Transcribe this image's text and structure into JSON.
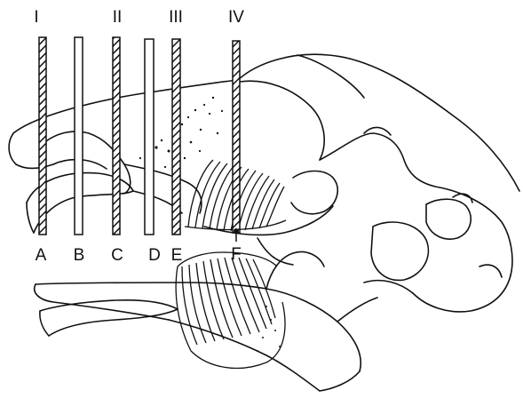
{
  "section_labels": [
    "I",
    "II",
    "III",
    "IV"
  ],
  "bar_labels": [
    "A",
    "B",
    "C",
    "D",
    "E"
  ],
  "marker_label": "F",
  "colors": {
    "ink": "#111111",
    "background": "#ffffff"
  }
}
